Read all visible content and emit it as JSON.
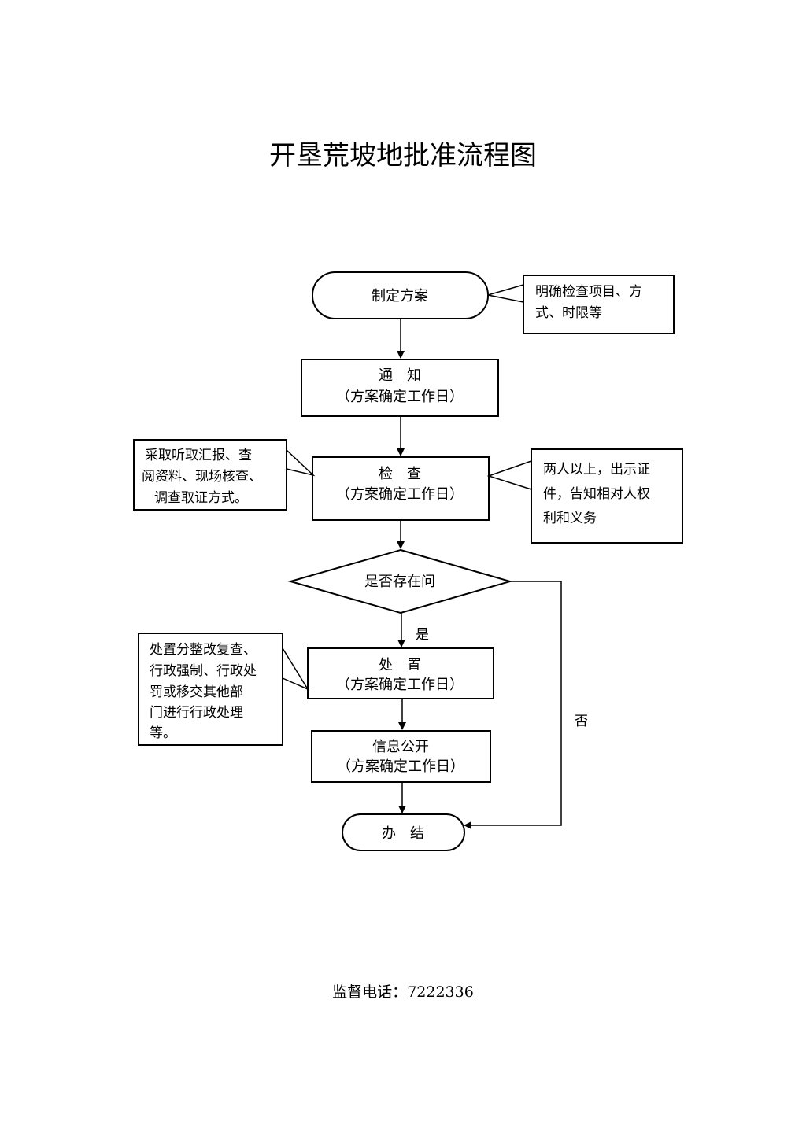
{
  "title": "开垦荒坡地批准流程图",
  "nodes": {
    "start": "制定方案",
    "notify": {
      "line1": "通　知",
      "line2": "（方案确定工作日）"
    },
    "inspect": {
      "line1": "检　查",
      "line2": "（方案确定工作日）"
    },
    "decision": "是否存在问",
    "handle": {
      "line1": "处　置",
      "line2": "（方案确定工作日）"
    },
    "publish": {
      "line1": "信息公开",
      "line2": "（方案确定工作日）"
    },
    "end": "办　结"
  },
  "notes": {
    "start_note": [
      "明确检查项目、方",
      "式、时限等"
    ],
    "inspect_left_note": [
      "采取听取汇报、查",
      "阅资料、现场核查、",
      "调查取证方式。"
    ],
    "inspect_right_note": [
      "两人以上，出示证",
      "件，告知相对人权",
      "利和义务"
    ],
    "handle_note": [
      "处置分整改复查、",
      "行政强制、行政处",
      "罚或移交其他部",
      "门进行行政处理",
      "等。"
    ]
  },
  "edge_labels": {
    "yes": "是",
    "no": "否"
  },
  "footer": {
    "label": "监督电话：",
    "phone": "7222336"
  }
}
